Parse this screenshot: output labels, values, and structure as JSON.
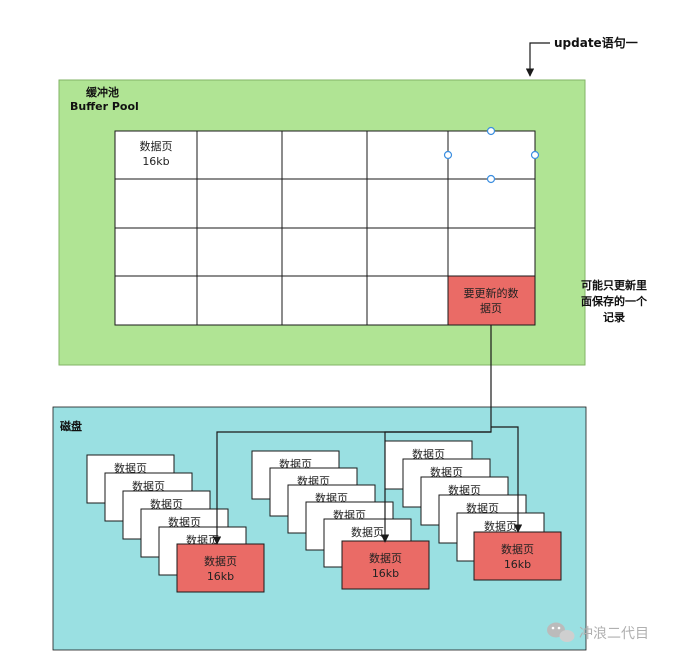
{
  "annotation": {
    "text": "update语句一"
  },
  "buffer_pool": {
    "title_cn": "缓冲池",
    "title_en": "Buffer Pool",
    "page_label_line1": "数据页",
    "page_label_line2": "16kb",
    "target_line1": "要更新的数",
    "target_line2": "据页",
    "rows": 4,
    "cols": 5
  },
  "side_note": {
    "line1": "可能只更新里",
    "line2": "面保存的一个",
    "line3": "记录"
  },
  "disk": {
    "title": "磁盘",
    "stack_label": "数据页",
    "front_line1": "数据页",
    "front_line2": "16kb"
  },
  "watermark": {
    "text": "冲浪二代目",
    "icon": "wechat-icon"
  },
  "colors": {
    "buffer_fill": "#b0e494",
    "buffer_stroke": "#82b366",
    "disk_fill": "#9ae0e2",
    "target_fill": "#ea6b66",
    "line": "#1a1a1a"
  }
}
